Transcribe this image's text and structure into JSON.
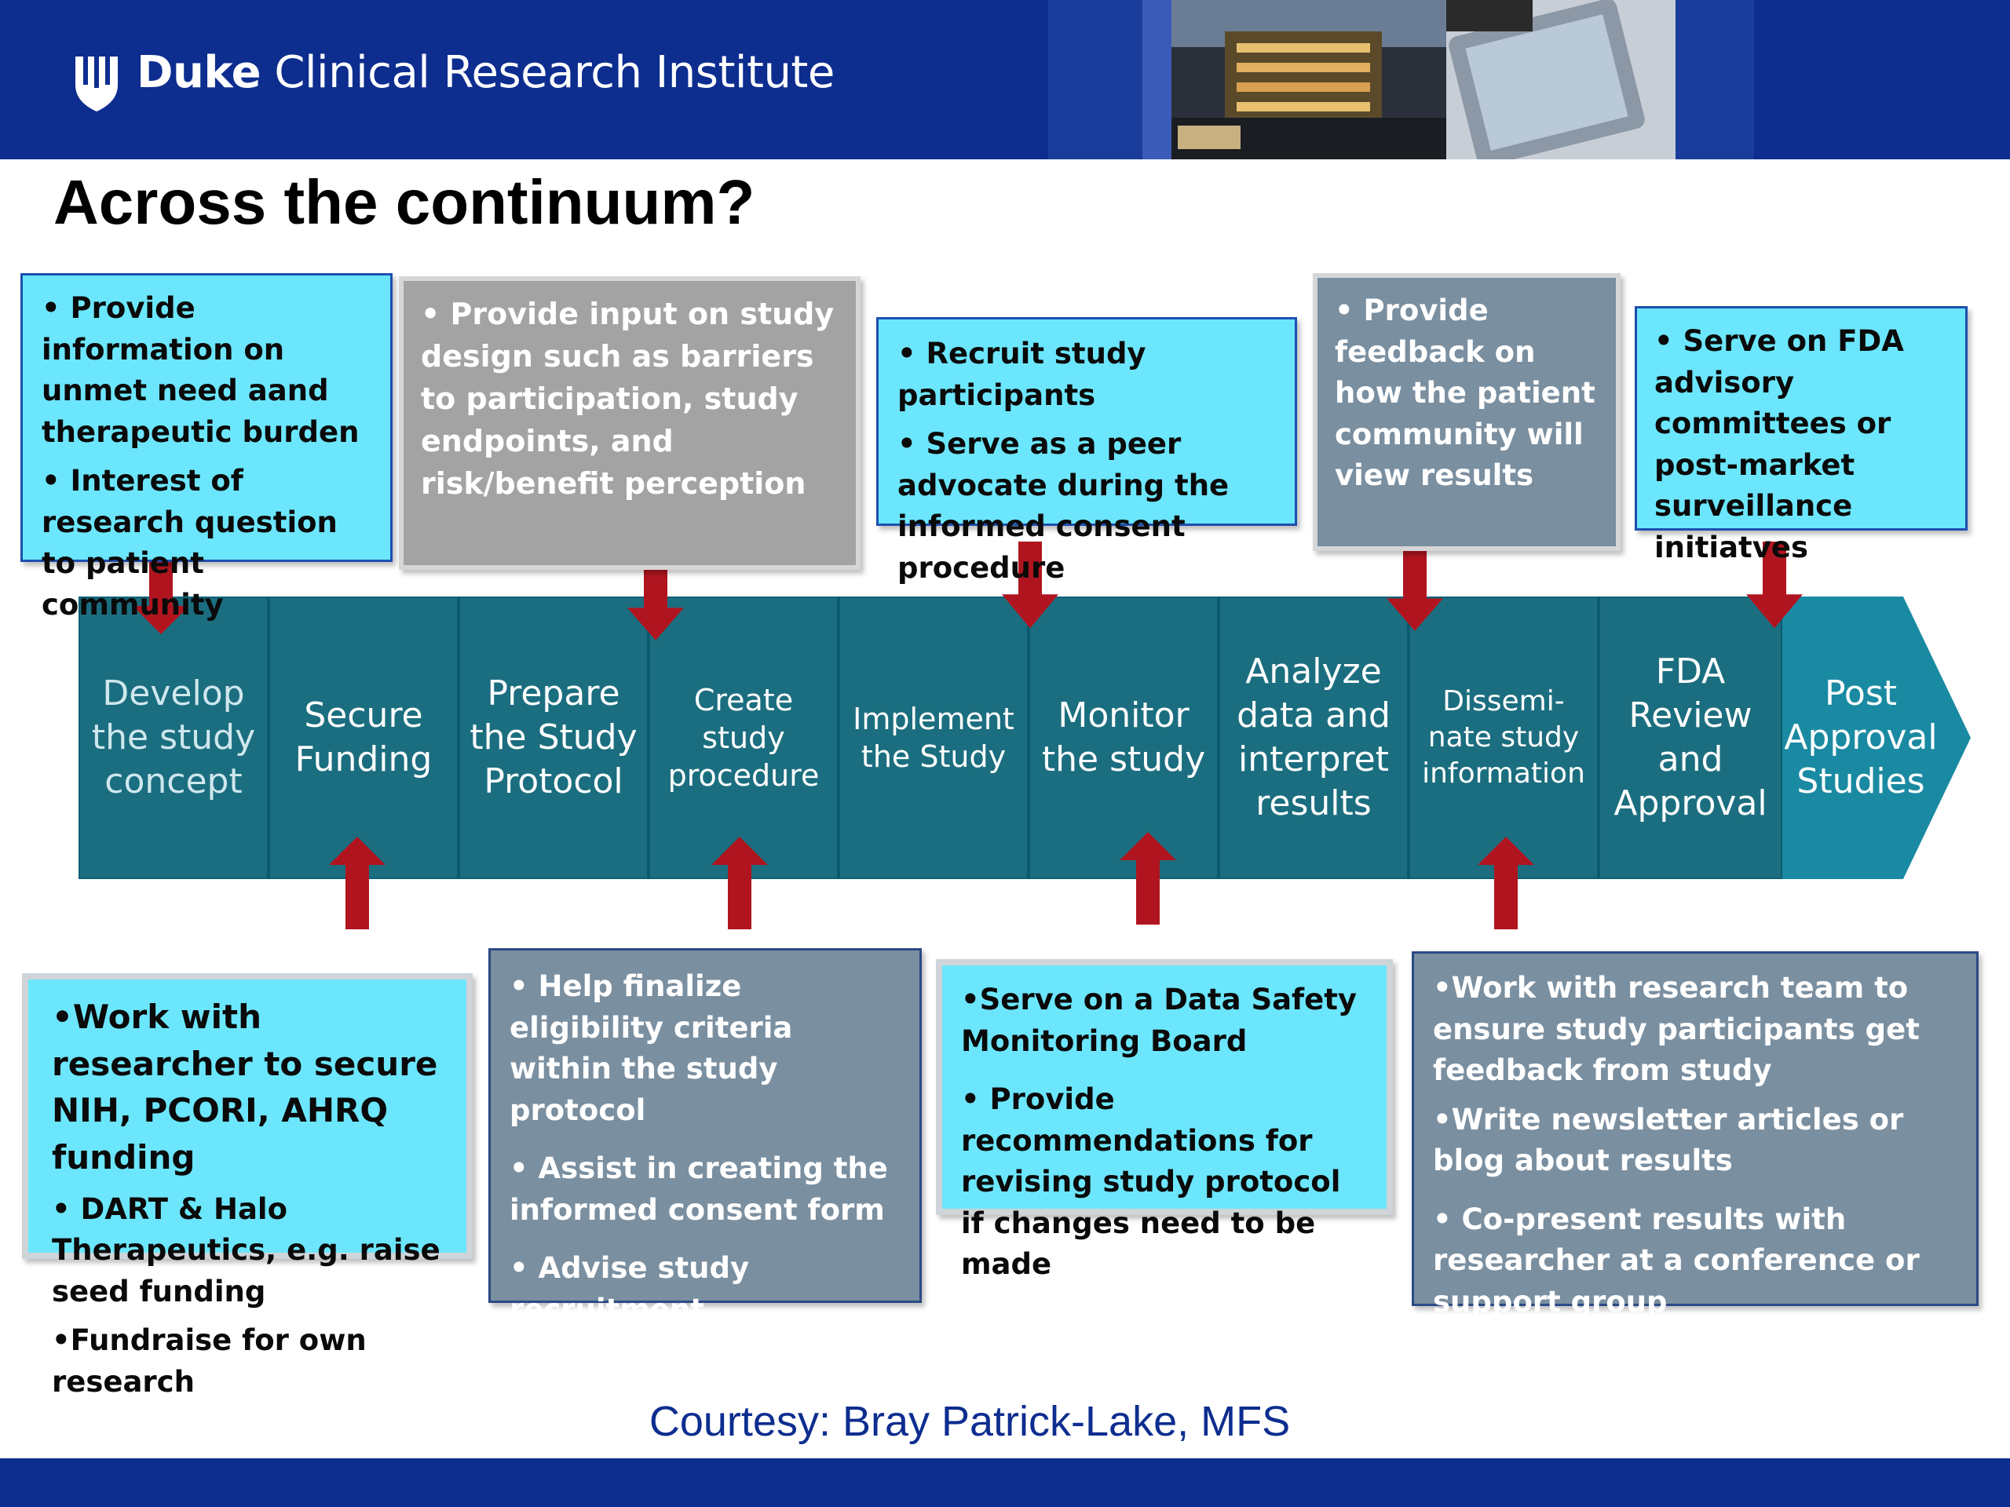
{
  "header": {
    "org_bold": "Duke",
    "org_rest": " Clinical Research Institute"
  },
  "title": "Across the continuum?",
  "stages": [
    "Develop the study concept",
    "Secure Funding",
    "Prepare the Study Protocol",
    "Create study procedure",
    "Implement the Study",
    "Monitor the study",
    "Analyze data and interpret results",
    "Dissemi-nate study information",
    "FDA Review and Approval",
    "Post Approval Studies"
  ],
  "top_boxes": {
    "concept": {
      "items": [
        "• Provide information on unmet need aand therapeutic burden",
        "• Interest of research question to patient community"
      ]
    },
    "protocol": {
      "items": [
        "• Provide input on study design such as barriers to participation,  study endpoints, and risk/benefit perception"
      ]
    },
    "recruit": {
      "items": [
        "• Recruit study participants",
        "• Serve as a peer advocate during the informed consent procedure"
      ]
    },
    "feedback": {
      "items": [
        "• Provide feedback on how the patient community will view results"
      ]
    },
    "fda": {
      "items": [
        "• Serve on FDA advisory committees or post-market surveillance initiatves"
      ]
    }
  },
  "bottom_boxes": {
    "funding": {
      "items": [
        "•Work with researcher to secure NIH, PCORI, AHRQ funding",
        "• DART & Halo Therapeutics, e.g. raise seed funding",
        "•Fundraise for own research"
      ]
    },
    "procedure": {
      "items": [
        "• Help finalize eligibility criteria within the study protocol",
        "• Assist in creating the informed consent form",
        "• Advise study recruitment"
      ]
    },
    "monitor": {
      "items": [
        "•Serve on a Data Safety Monitoring Board",
        "• Provide recommendations for revising study protocol if changes need to be made"
      ]
    },
    "disseminate": {
      "items": [
        "•Work with research team to ensure study participants get feedback from study",
        "•Write newsletter articles or blog about results",
        "• Co-present results with researcher at a conference  or support group"
      ]
    }
  },
  "courtesy": "Courtesy: Bray Patrick-Lake, MFS",
  "colors": {
    "header_blue": "#0d2d8f",
    "band_teal": "#1b6e7f",
    "arrow_red": "#b0151f",
    "cyan_box": "#6ce6fc",
    "slate_box": "#7a8fa0",
    "gray_box": "#a3a3a3"
  }
}
